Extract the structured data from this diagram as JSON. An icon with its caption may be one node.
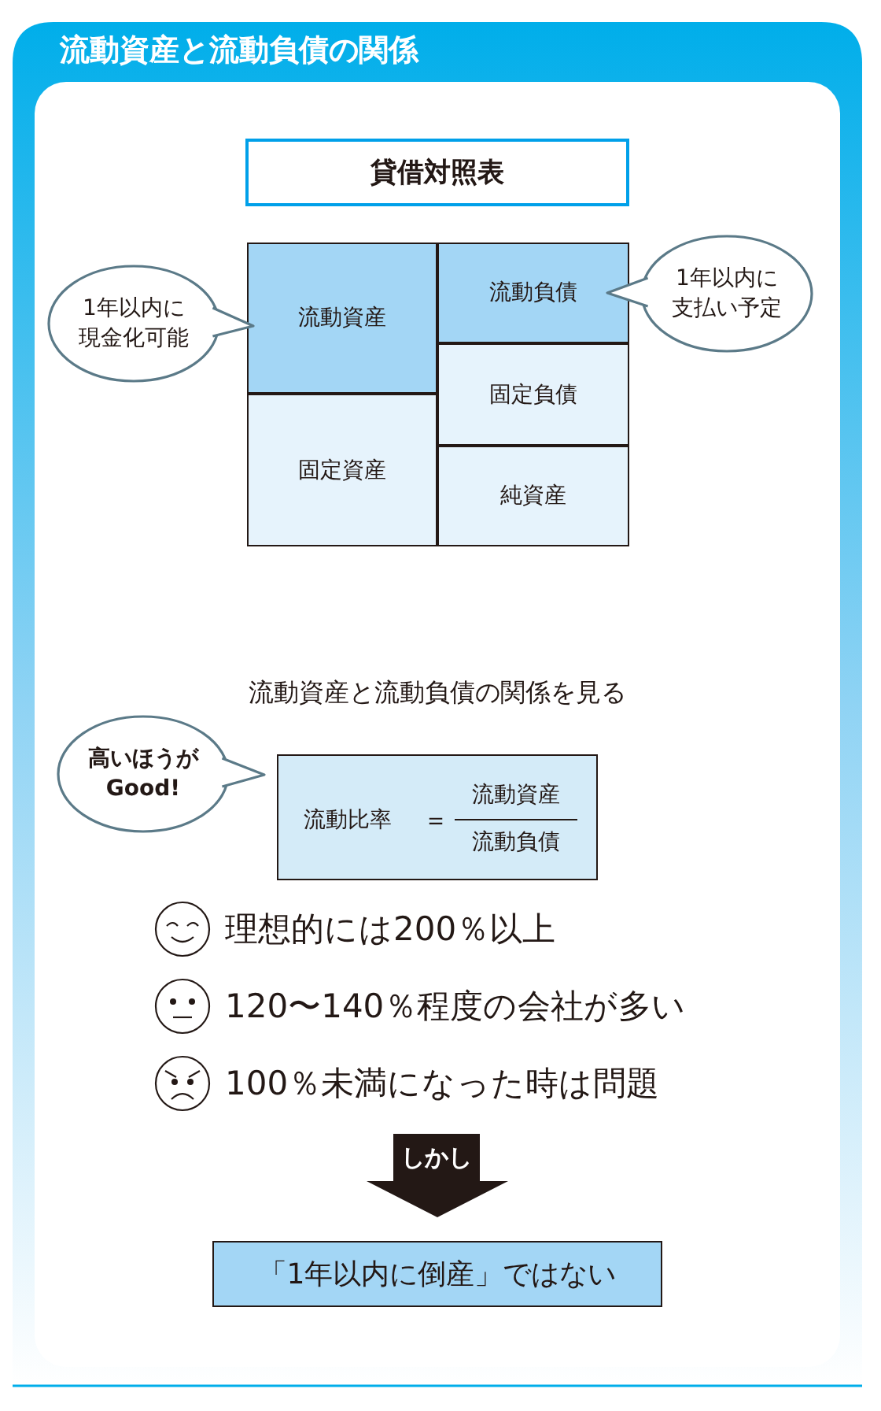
{
  "diagram": {
    "title": "流動資産と流動負債の関係",
    "nodes": [
      {
        "text": [
          "貸借対照表"
        ]
      },
      {
        "text": [
          "流動資産"
        ]
      },
      {
        "text": [
          "固定資産"
        ]
      },
      {
        "text": [
          "流動負債"
        ]
      },
      {
        "text": [
          "固定負債"
        ]
      },
      {
        "text": [
          "純資産"
        ]
      },
      {
        "text": [
          "1年以内に現金化可能"
        ]
      },
      {
        "text": [
          "1年以内に支払い予定"
        ]
      },
      {
        "text": [
          "高いほうがGood!"
        ]
      },
      {
        "text": [
          "流動比率",
          "＝",
          "流動資産",
          "流動負債"
        ]
      },
      {
        "text": [
          "しかし"
        ]
      },
      {
        "text": [
          "「1年以内に倒産」ではない"
        ]
      }
    ],
    "labels": [
      "流動資産と流動負債の関係を見る",
      "理想的には200％以上",
      "120〜140％程度の会社が多い",
      "100％未満になった時は問題"
    ]
  }
}
